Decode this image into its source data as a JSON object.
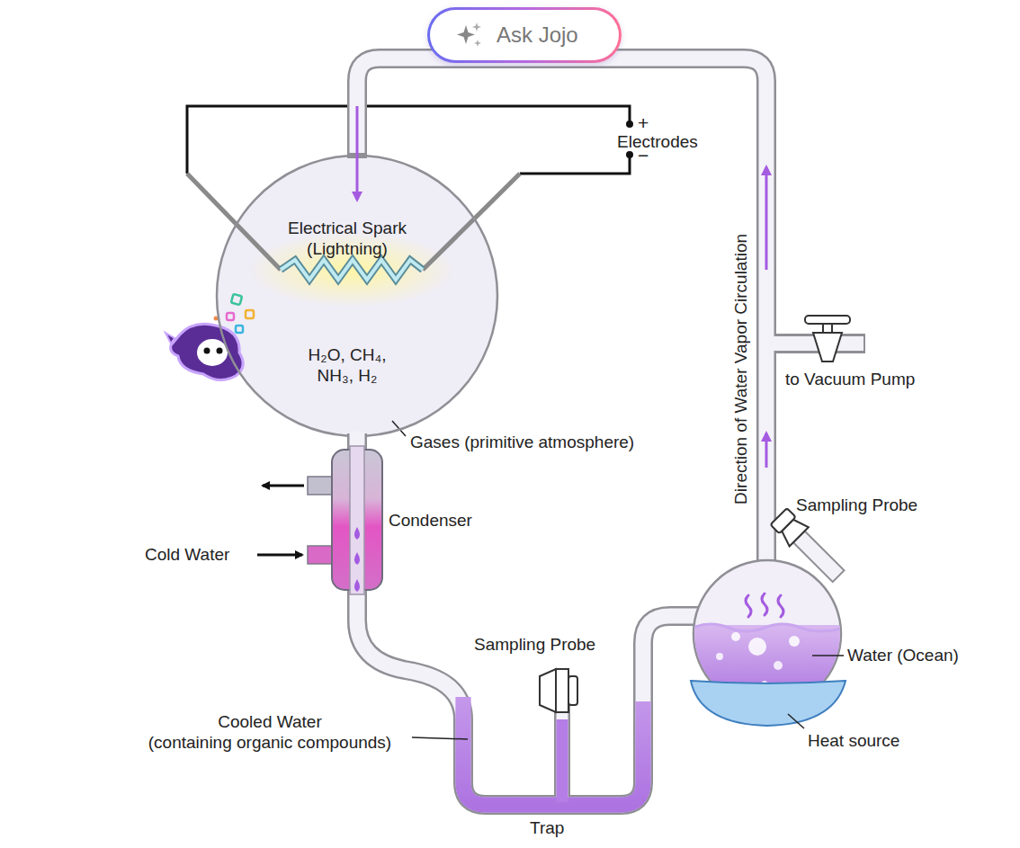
{
  "diagram": {
    "nodes": [
      {
        "text": [
          "Ask Jojo"
        ]
      },
      {
        "text": [
          "Electrical Spark (Lightning)",
          "H₂O, CH₄, NH₃, H₂"
        ]
      }
    ],
    "labels": [
      "Electrodes",
      "+",
      "−",
      "Gases (primitive atmosphere)",
      "Condenser",
      "Cold Water",
      "Direction of Water Vapor Circulation",
      "to Vacuum Pump",
      "Sampling Probe",
      "Sampling Probe",
      "Water (Ocean)",
      "Heat source",
      "Cooled Water (containing organic compounds)",
      "Trap"
    ]
  }
}
